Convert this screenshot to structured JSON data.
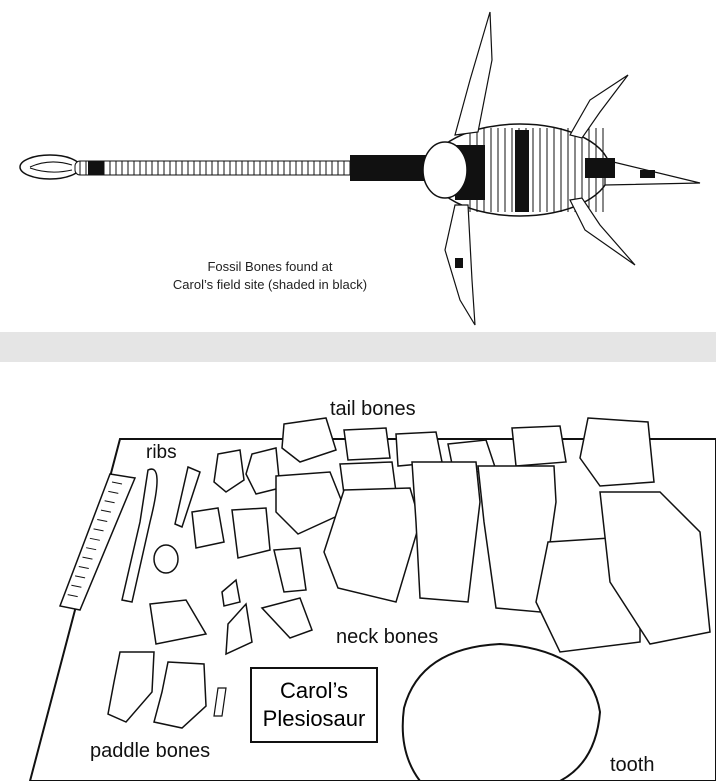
{
  "top": {
    "caption_line1": "Fossil Bones found at",
    "caption_line2": "Carol’s field site (shaded in black)"
  },
  "bottom": {
    "labels": {
      "tail_bones": "tail bones",
      "ribs": "ribs",
      "neck_bones": "neck bones",
      "paddle_bones": "paddle bones",
      "tooth": "tooth"
    },
    "title_line1": "Carol’s",
    "title_line2": "Plesiosaur"
  }
}
